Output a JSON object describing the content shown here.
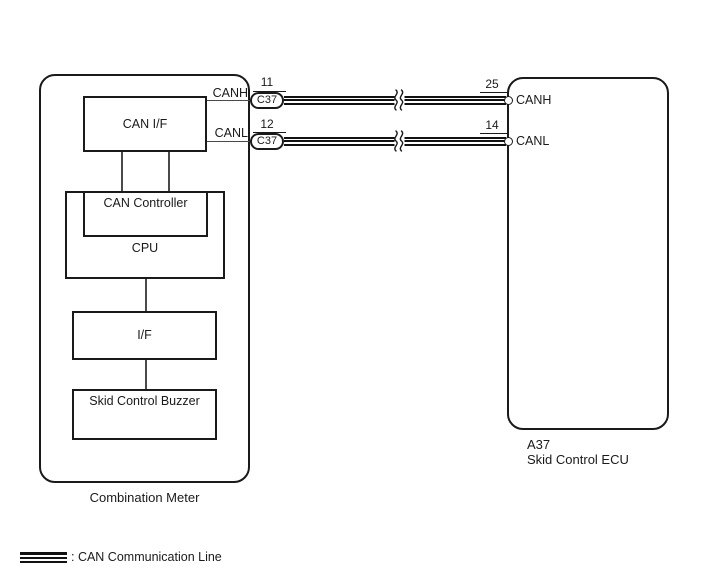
{
  "meter": {
    "title": "Combination Meter",
    "blocks": {
      "can_if": "CAN I/F",
      "can_controller": "CAN Controller",
      "cpu": "CPU",
      "interface": "I/F",
      "buzzer": "Skid Control Buzzer"
    }
  },
  "ecu": {
    "code": "A37",
    "name": "Skid Control ECU"
  },
  "canh": {
    "signal_left": "CANH",
    "signal_right": "CANH",
    "pin_left": "11",
    "pin_right": "25",
    "connector": "C37"
  },
  "canl": {
    "signal_left": "CANL",
    "signal_right": "CANL",
    "pin_left": "12",
    "pin_right": "14",
    "connector": "C37"
  },
  "legend": {
    "label": ": CAN Communication Line"
  },
  "colors": {
    "line": "#1a1a1a",
    "background": "#ffffff"
  }
}
